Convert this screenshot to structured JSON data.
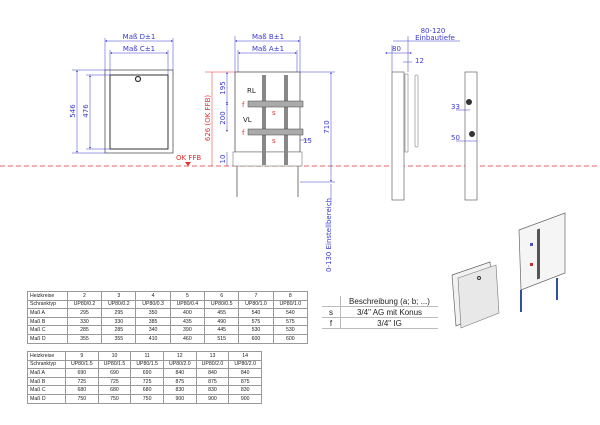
{
  "drawing": {
    "front_view": {
      "dim_outer_width": "Maß D±1",
      "dim_inner_width": "Maß C±1",
      "dim_outer_height": "546",
      "dim_inner_height": "476"
    },
    "open_view": {
      "dim_outer_width": "Maß B±1",
      "dim_inner_width": "Maß A±1",
      "dim_total_height": "626 (OK FFB)",
      "dim_top": "195",
      "dim_between": "200",
      "dim_bottom": "10",
      "dim_right": "710",
      "dim_offset": "15",
      "label_return": "RL",
      "label_flow": "VL",
      "label_f": "f",
      "label_s": "s",
      "floor_label": "OK FFB",
      "adjust_range": "0-130 Einstellbereich"
    },
    "side_view": {
      "depth_range": "80-120",
      "depth_label": "Einbautiefe",
      "dim_depth": "80",
      "dim_frame": "12",
      "dim_33": "33",
      "dim_50": "50"
    },
    "colors": {
      "dimension": "#3a3ad0",
      "floor_line": "#e03030"
    }
  },
  "tables": [
    {
      "rows": [
        [
          "Heizkreise",
          "2",
          "3",
          "4",
          "5",
          "6",
          "7",
          "8"
        ],
        [
          "Schranktyp",
          "UP80/0.2",
          "UP80/0.2",
          "UP80/0.3",
          "UP80/0.4",
          "UP80/0.5",
          "UP80/1.0",
          "UP80/1.0"
        ],
        [
          "Maß A",
          "295",
          "295",
          "350",
          "400",
          "455",
          "540",
          "540"
        ],
        [
          "Maß B",
          "330",
          "330",
          "385",
          "435",
          "490",
          "575",
          "575"
        ],
        [
          "Maß C",
          "285",
          "285",
          "340",
          "390",
          "445",
          "530",
          "530"
        ],
        [
          "Maß D",
          "355",
          "355",
          "410",
          "460",
          "515",
          "600",
          "600"
        ]
      ]
    },
    {
      "rows": [
        [
          "Heizkreise",
          "9",
          "10",
          "11",
          "12",
          "13",
          "14"
        ],
        [
          "Schranktyp",
          "UP80/1.5",
          "UP80/1.5",
          "UP80/1.5",
          "UP80/2.0",
          "UP80/2.0",
          "UP80/2.0"
        ],
        [
          "Maß A",
          "690",
          "690",
          "690",
          "840",
          "840",
          "840"
        ],
        [
          "Maß B",
          "725",
          "725",
          "725",
          "875",
          "875",
          "875"
        ],
        [
          "Maß C",
          "680",
          "680",
          "680",
          "830",
          "830",
          "830"
        ],
        [
          "Maß D",
          "750",
          "750",
          "750",
          "900",
          "900",
          "900"
        ]
      ]
    }
  ],
  "legend": {
    "header": "Beschreibung (a; b; ...)",
    "rows": [
      {
        "key": "s",
        "value": "3/4\" AG mit Konus"
      },
      {
        "key": "f",
        "value": "3/4\" IG"
      }
    ]
  }
}
